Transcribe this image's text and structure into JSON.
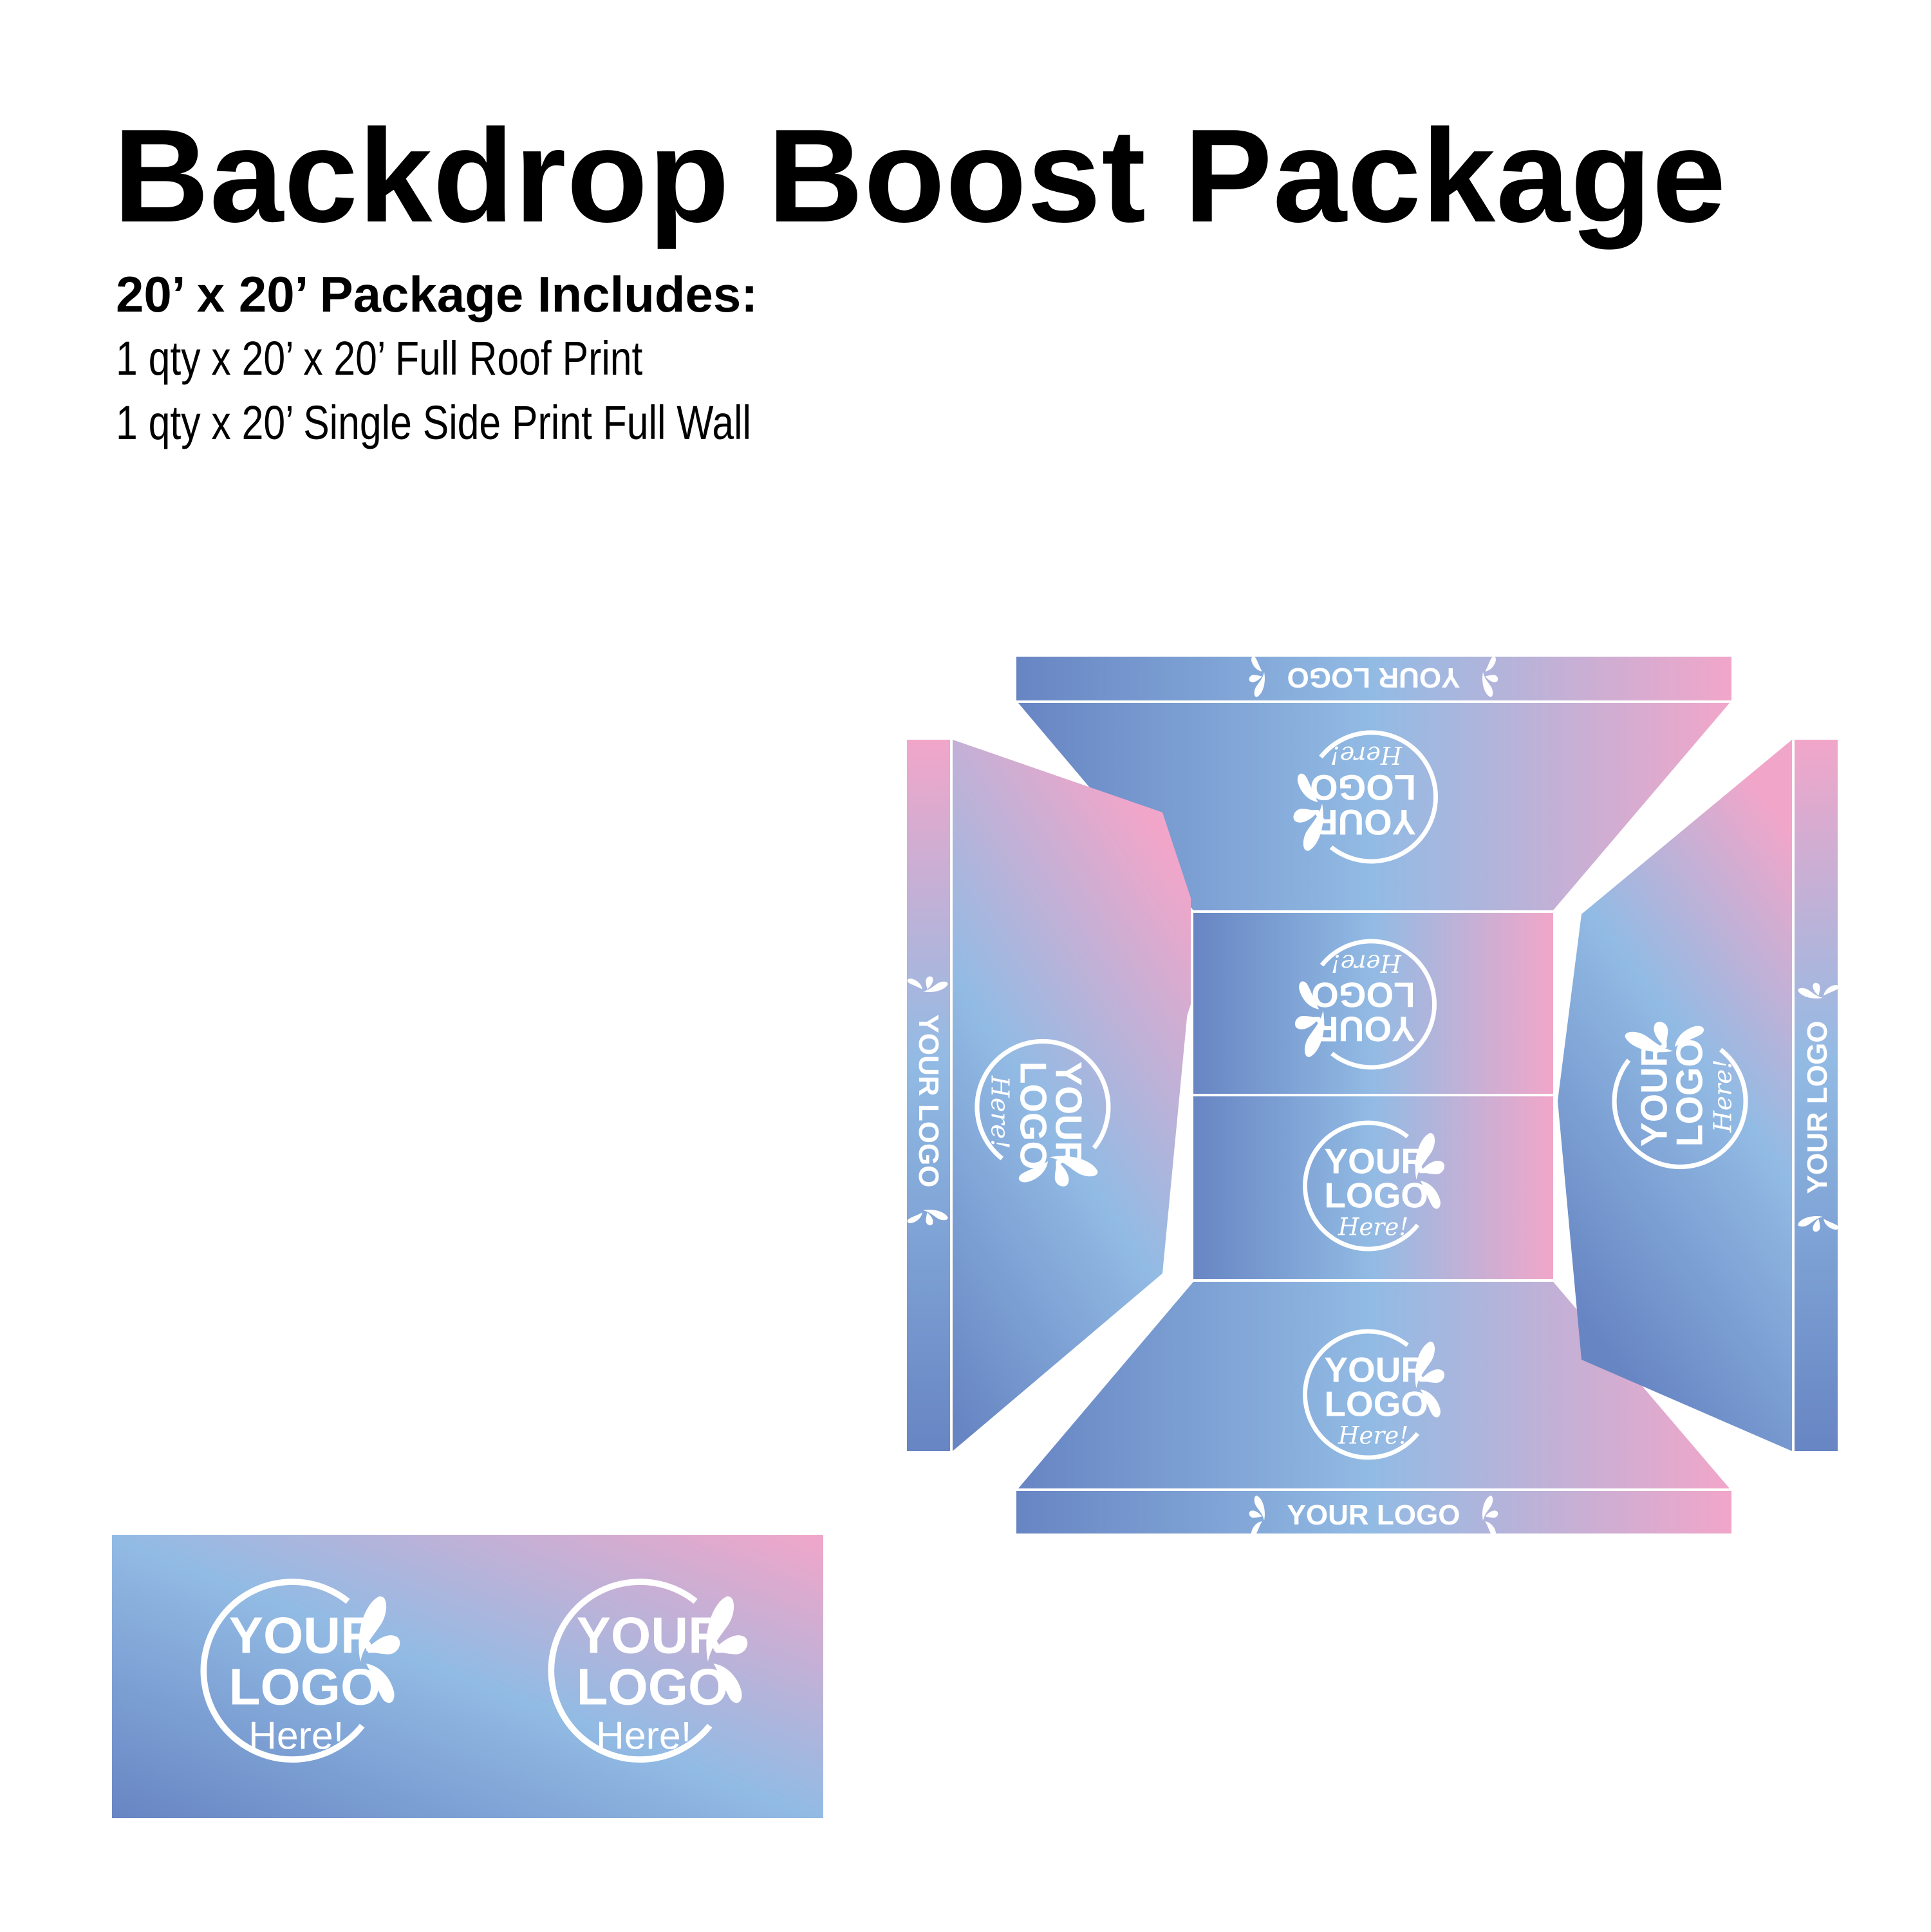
{
  "header": {
    "title": "Backdrop Boost Package",
    "subtitle": "20’ x 20’ Package Includes:",
    "items": [
      "1 qty x 20’ x 20’ Full Roof Print",
      "1 qty x 20’ Single Side Print Full Wall"
    ]
  },
  "colors": {
    "gradient_blue": "#6785c3",
    "gradient_sky": "#92bbe4",
    "gradient_pink": "#f1a6c9",
    "text": "#000000",
    "logo": "#ffffff"
  },
  "roof": {
    "valance_text": "YOUR LOGO",
    "logo_line1": "YOUR",
    "logo_line2": "LOGO",
    "logo_line3": "Here!"
  },
  "wall": {
    "logo_line1": "YOUR",
    "logo_line2": "LOGO",
    "logo_line3": "Here!",
    "logo_count": 2
  }
}
